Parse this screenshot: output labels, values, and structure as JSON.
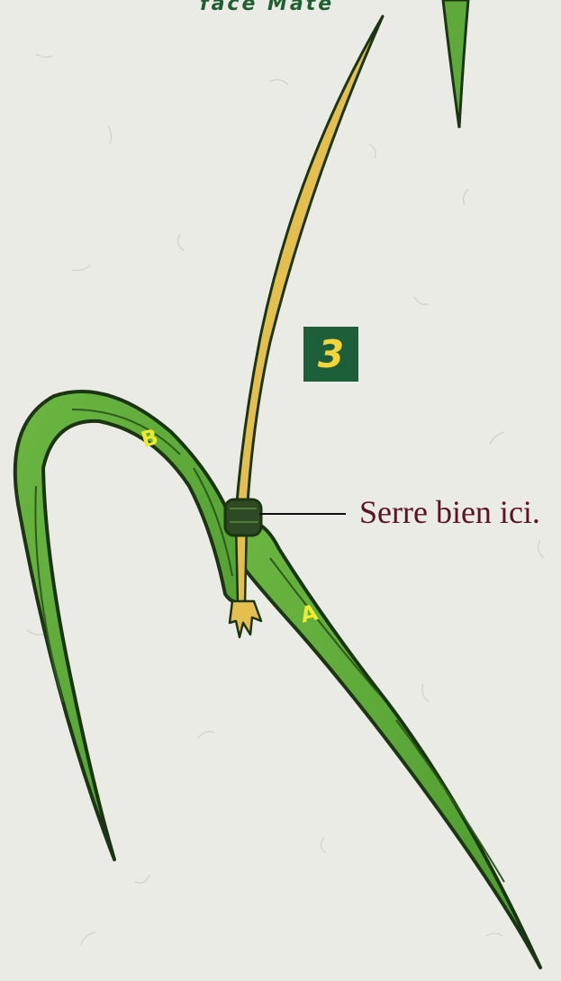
{
  "top_caption": "face Mate",
  "step": {
    "number": "3",
    "badge_color": "#1d5f39",
    "number_color": "#f5d63a"
  },
  "callout": "Serre bien ici.",
  "labels": {
    "a": "A",
    "b": "B"
  },
  "colors": {
    "paper": "#ebebe6",
    "grass_blade": "#5fa83a",
    "grass_outline": "#1b3512",
    "stem": "#e4bf4d",
    "knot": "#2e4a24",
    "callout_text": "#5a1420"
  }
}
